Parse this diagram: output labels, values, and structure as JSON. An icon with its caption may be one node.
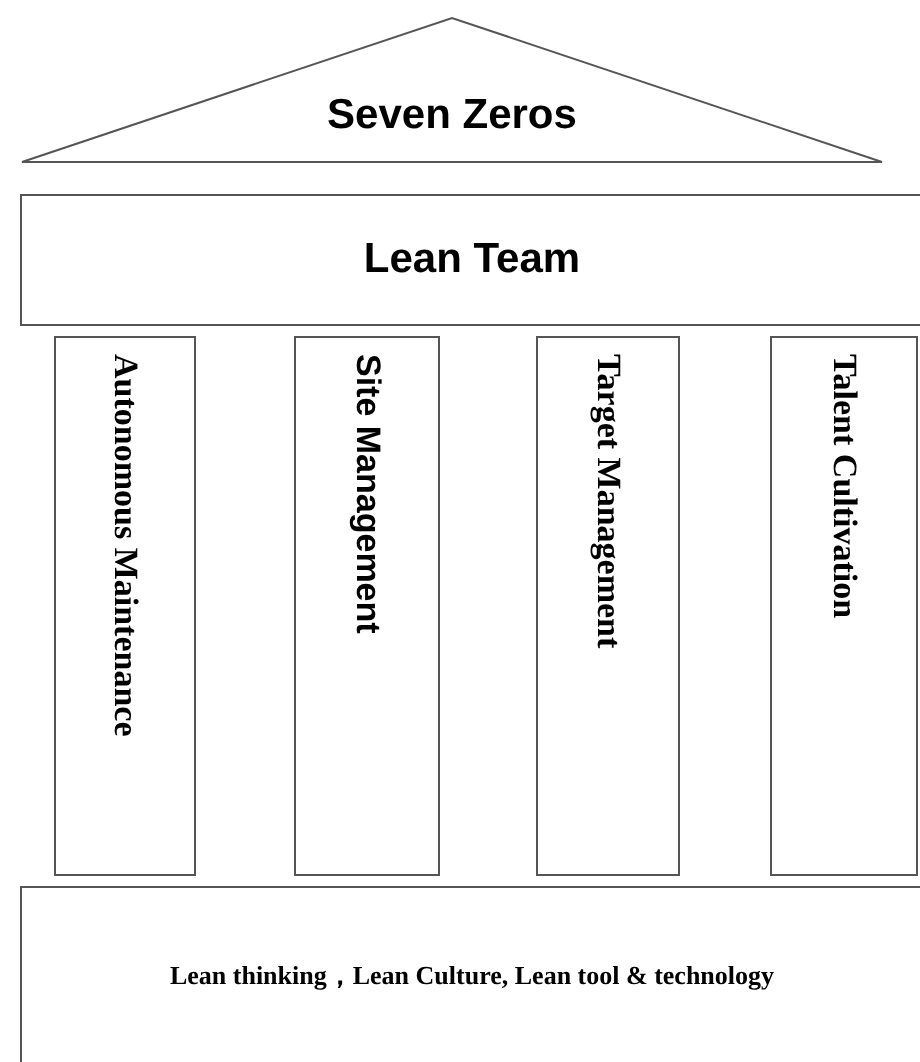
{
  "diagram": {
    "nodes": [
      {
        "text": [
          "Seven Zeros"
        ]
      },
      {
        "text": [
          "Lean Team"
        ]
      },
      {
        "text": [
          "Autonomous Maintenance"
        ]
      },
      {
        "text": [
          "Site Management"
        ]
      },
      {
        "text": [
          "Target Management"
        ]
      },
      {
        "text": [
          "Talent Cultivation"
        ]
      },
      {
        "text": [
          "Lean thinking，Lean Culture, Lean tool & technology"
        ]
      }
    ],
    "edges": []
  }
}
